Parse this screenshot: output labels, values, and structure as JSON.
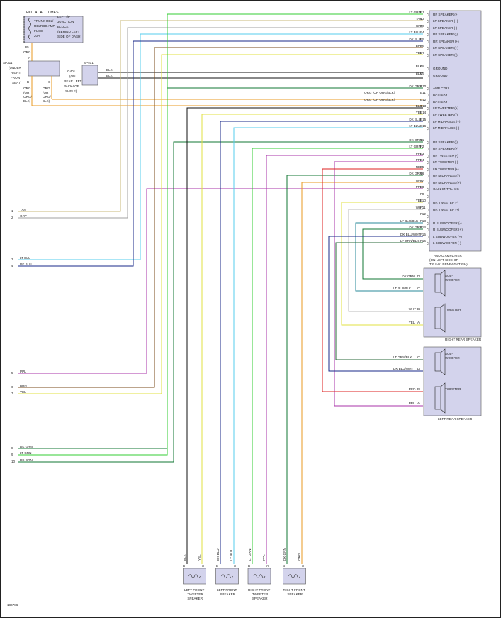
{
  "labels": {
    "hot": "HOT AT ALL TIMES",
    "fuse_lines": [
      "TRUNK REL/",
      "RELRD0-AMP",
      "FUSE",
      "20A"
    ],
    "junction_lines": [
      "LEFT I/P",
      "JUNCTION",
      "BLOCK",
      "(BEHIND LEFT",
      "SIDE OF DASH)"
    ],
    "b5": "B5",
    "org_top": "ORG",
    "a_label": "A",
    "sp311_lines": [
      "SP311",
      "(UNDER",
      "RIGHT",
      "FRONT",
      "SEAT)"
    ],
    "sp311_pins": [
      "A",
      "B",
      "C"
    ],
    "sp311_wire_b": [
      "ORG",
      "(OR",
      "ORG/",
      "BLK)"
    ],
    "sp311_wire_c": [
      "ORG",
      "(OR",
      "ORG/",
      "BLK)"
    ],
    "sp401": "SP401",
    "g401_lines": [
      "G401",
      "(ON",
      "REAR LEFT",
      "PACKAGE",
      "SHELF)"
    ],
    "blk": "BLK",
    "amp_title": [
      "AUDIO AMPLIFIER",
      "(ON LEFT SIDE OF",
      "TRUNK, BENEATH TRIM)"
    ],
    "right_rear": "RIGHT REAR SPEAKER",
    "left_rear": "LEFT REAR SPEAKER",
    "subwoofer": [
      "SUB-",
      "WOOFER"
    ],
    "tweeter": "TWEETER",
    "code": "186786"
  },
  "amp_pins": [
    {
      "color": "LT GRN",
      "pin": "E1",
      "func": "RF SPEAKER (+)",
      "hex": "#33cc33"
    },
    {
      "color": "TAN",
      "pin": "E2",
      "func": "LF SPEAKER (+)",
      "hex": "#c8b878"
    },
    {
      "color": "GRY",
      "pin": "E3",
      "func": "LF SPEAKER (-)",
      "hex": "#a0a0a0"
    },
    {
      "color": "LT BLU",
      "pin": "E4",
      "func": "RF SPEAKER (-)",
      "hex": "#55ccee"
    },
    {
      "color": "DK BLU",
      "pin": "E5",
      "func": "RR SPEAKER (+)",
      "hex": "#1a2a88"
    },
    {
      "color": "BRN",
      "pin": "E6",
      "func": "LR SPEAKER (+)",
      "hex": "#7a4a1a"
    },
    {
      "color": "YEL",
      "pin": "E7",
      "func": "LR SPEAKER (-)",
      "hex": "#e0e040"
    },
    {
      "color": "BLK",
      "pin": "E8",
      "func": "GROUND",
      "hex": "#111111"
    },
    {
      "color": "BLK",
      "pin": "E9",
      "func": "GROUND",
      "hex": "#111111"
    },
    {
      "color": "DK GRN",
      "pin": "E10",
      "func": "AMP CTRL",
      "hex": "#117733"
    },
    {
      "color": "ORG",
      "alt": "(OR ORG/BLK)",
      "pin": "E11",
      "func": "BATTERY",
      "hex": "#e89a20"
    },
    {
      "color": "ORG",
      "alt": "(OR ORG/BLK)",
      "pin": "E12",
      "func": "BATTERY",
      "hex": "#e89a20"
    },
    {
      "color": "BLK",
      "pin": "E13",
      "func": "LF TWEETER (+)",
      "hex": "#111111"
    },
    {
      "color": "YEL",
      "pin": "E14",
      "func": "LF TWEETER (-)",
      "hex": "#e0e040"
    },
    {
      "color": "DK BLU",
      "pin": "E15",
      "func": "LF MIDRANGE (+)",
      "hex": "#1a2a88"
    },
    {
      "color": "LT BLU",
      "pin": "E16",
      "func": "LF MIDRANGE (-)",
      "hex": "#55ccee"
    },
    {
      "color": "DK GRN",
      "pin": "F1",
      "func": "RF SPEAKER (-)",
      "hex": "#117733"
    },
    {
      "color": "LT GRN",
      "pin": "F2",
      "func": "RF SPEAKER (+)",
      "hex": "#33cc33"
    },
    {
      "color": "PPL",
      "pin": "F3",
      "func": "RF TWEETER (-)",
      "hex": "#aa33aa"
    },
    {
      "color": "PPL",
      "pin": "F4",
      "func": "LR TWEETER (-)",
      "hex": "#aa33aa"
    },
    {
      "color": "RED",
      "pin": "F5",
      "func": "LR TWEETER (+)",
      "hex": "#dd2222"
    },
    {
      "color": "DK GRN",
      "pin": "F6",
      "func": "RF MIDRANGE (-)",
      "hex": "#117733"
    },
    {
      "color": "ORG",
      "pin": "F7",
      "func": "RF MIDRANGE (+)",
      "hex": "#e89a20"
    },
    {
      "color": "PPL",
      "pin": "F8",
      "func": "GAIN CNTRL SIG",
      "hex": "#aa33aa"
    },
    {
      "color": "",
      "pin": "F9",
      "func": "",
      "hex": "#ffffff"
    },
    {
      "color": "YEL",
      "pin": "F10",
      "func": "RR TWEETER (-)",
      "hex": "#e0e040"
    },
    {
      "color": "WHT",
      "pin": "F11",
      "func": "RR TWEETER (+)",
      "hex": "#bbbbbb"
    },
    {
      "color": "",
      "pin": "F12",
      "func": "",
      "hex": "#ffffff"
    },
    {
      "color": "LT BLU/BLK",
      "pin": "F13",
      "func": "R SUBWOOFER (-)",
      "hex": "#2a8a9a"
    },
    {
      "color": "DK GRN",
      "pin": "F14",
      "func": "R SUBWOOFER (+)",
      "hex": "#117733"
    },
    {
      "color": "DK BLU/WHT",
      "pin": "F15",
      "func": "L SUBWOOFER (+)",
      "hex": "#1a2a88"
    },
    {
      "color": "LT GRN/BLK",
      "pin": "F16",
      "func": "L SUBWOOFER (-)",
      "hex": "#2a6a3a"
    }
  ],
  "left_conn": [
    {
      "n": "1",
      "color": "TAN"
    },
    {
      "n": "2",
      "color": "GRY"
    },
    {
      "n": "3",
      "color": "LT BLU"
    },
    {
      "n": "4",
      "color": "DK BLU"
    },
    {
      "n": "5",
      "color": "PPL"
    },
    {
      "n": "6",
      "color": "BRN"
    },
    {
      "n": "7",
      "color": "YEL"
    },
    {
      "n": "8",
      "color": "DK GRN"
    },
    {
      "n": "9",
      "color": "LT GRN"
    },
    {
      "n": "10",
      "color": "DK GRN"
    }
  ],
  "rear_speakers": [
    {
      "pins": [
        {
          "color": "DK GRN",
          "pin": "D"
        },
        {
          "color": "LT BLU/BLK",
          "pin": "C"
        },
        {
          "color": "WHT",
          "pin": "B"
        },
        {
          "color": "YEL",
          "pin": "A"
        }
      ]
    },
    {
      "pins": [
        {
          "color": "LT GRN/BLK",
          "pin": "C"
        },
        {
          "color": "DK BLU/WHT",
          "pin": "D"
        },
        {
          "color": "RED",
          "pin": "B"
        },
        {
          "color": "PPL",
          "pin": "A"
        }
      ]
    }
  ],
  "front_speakers": [
    {
      "name": [
        "LEFT FRONT",
        "TWEETER",
        "SPEAKER"
      ],
      "wires": [
        "BLK",
        "YEL"
      ],
      "pins": [
        "B",
        "A"
      ]
    },
    {
      "name": [
        "LEFT FRONT",
        "SPEAKER"
      ],
      "wires": [
        "DK BLU",
        "LT BLU"
      ],
      "pins": [
        "B",
        "A"
      ]
    },
    {
      "name": [
        "RIGHT FRONT",
        "TWEETER",
        "SPEAKER"
      ],
      "wires": [
        "LT GRN",
        "PPL"
      ],
      "pins": [
        "B",
        "A"
      ]
    },
    {
      "name": [
        "RIGHT FRONT",
        "SPEAKER"
      ],
      "wires": [
        "DK GRN",
        "ORG"
      ],
      "pins": [
        "B",
        "A"
      ]
    }
  ]
}
